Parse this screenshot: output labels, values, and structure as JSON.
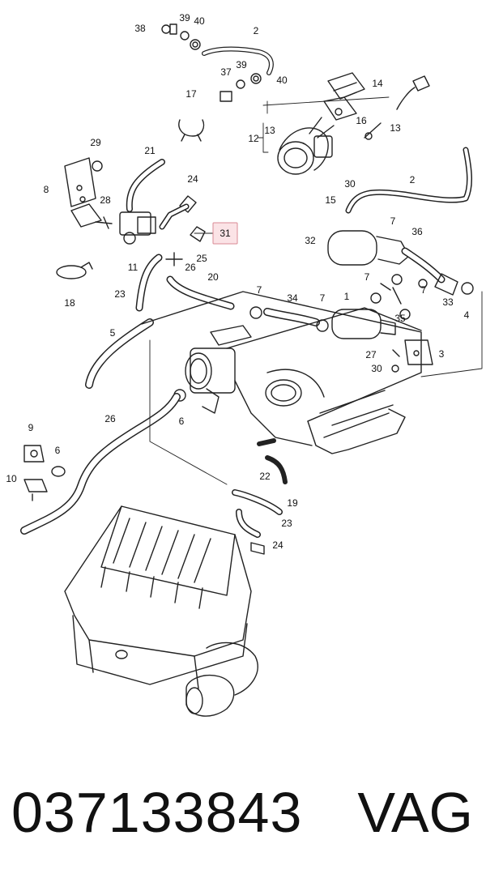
{
  "labels": [
    {
      "t": "38"
    },
    {
      "t": "39"
    },
    {
      "t": "40"
    },
    {
      "t": "2"
    },
    {
      "t": "37"
    },
    {
      "t": "39"
    },
    {
      "t": "40"
    },
    {
      "t": "14"
    },
    {
      "t": "17"
    },
    {
      "t": "16"
    },
    {
      "t": "13"
    },
    {
      "t": "13"
    },
    {
      "t": "12"
    },
    {
      "t": "29"
    },
    {
      "t": "21"
    },
    {
      "t": "8"
    },
    {
      "t": "24"
    },
    {
      "t": "30"
    },
    {
      "t": "2"
    },
    {
      "t": "28"
    },
    {
      "t": "15"
    },
    {
      "t": "31"
    },
    {
      "t": "7"
    },
    {
      "t": "36"
    },
    {
      "t": "32"
    },
    {
      "t": "11"
    },
    {
      "t": "26"
    },
    {
      "t": "25"
    },
    {
      "t": "7"
    },
    {
      "t": "18"
    },
    {
      "t": "20"
    },
    {
      "t": "23"
    },
    {
      "t": "7"
    },
    {
      "t": "34"
    },
    {
      "t": "7"
    },
    {
      "t": "1"
    },
    {
      "t": "35"
    },
    {
      "t": "7"
    },
    {
      "t": "33"
    },
    {
      "t": "4"
    },
    {
      "t": "5"
    },
    {
      "t": "27"
    },
    {
      "t": "3"
    },
    {
      "t": "30"
    },
    {
      "t": "26"
    },
    {
      "t": "6"
    },
    {
      "t": "9"
    },
    {
      "t": "6"
    },
    {
      "t": "10"
    },
    {
      "t": "22"
    },
    {
      "t": "19"
    },
    {
      "t": "23"
    },
    {
      "t": "24"
    }
  ],
  "highlighted_label": "31",
  "footer": {
    "part_number": "037133843",
    "brand": "VAG"
  }
}
